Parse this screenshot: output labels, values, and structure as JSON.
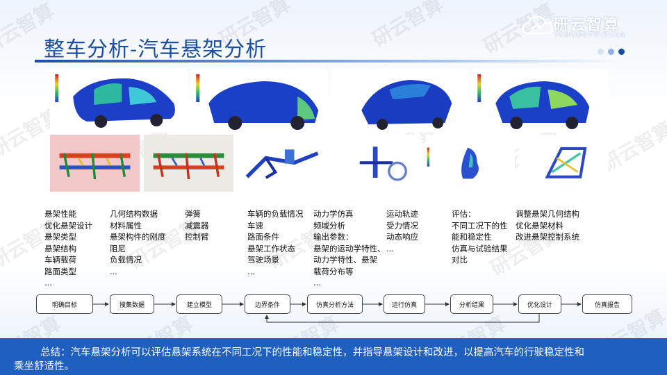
{
  "header": {
    "title": "整车分析-汽车悬架分析",
    "logo_cn": "研云智算",
    "logo_en": "YANYUNZHISUAN",
    "dot_colors": [
      "#d7e3f5",
      "#8fb3e6",
      "#1d4fa0"
    ]
  },
  "watermark": "研云智算",
  "columns": [
    {
      "items": [
        "悬架性能",
        "优化悬架设计",
        "悬架类型",
        "悬架结构",
        "车辆载荷",
        "路面类型",
        "..."
      ]
    },
    {
      "items": [
        "几何结构数据",
        "材料属性",
        "悬架构件的刚度",
        "阻尼",
        "负载情况",
        "..."
      ]
    },
    {
      "items": [
        "弹簧",
        "减震器",
        "控制臂"
      ]
    },
    {
      "items": [
        "车辆的负载情况",
        "车速",
        "路面条件",
        "悬架工作状态",
        "驾驶场景",
        "..."
      ]
    },
    {
      "items": [
        "动力学仿真",
        "频域分析",
        "输出参数：",
        "悬架的运动学特性、",
        "动力学特性、悬架",
        "载荷分布等",
        "..."
      ]
    },
    {
      "items": [
        "运动轨迹",
        "受力情况",
        "动态响应",
        "..."
      ]
    },
    {
      "items": [
        "评估：",
        "不同工况下的性",
        "能和稳定性",
        "仿真与试验结果",
        "对比"
      ]
    },
    {
      "items": [
        "调整悬架几何结构",
        "优化悬架材料",
        "改进悬架控制系统"
      ]
    }
  ],
  "flow": {
    "steps": [
      "明确目标",
      "搜集数据",
      "建立模型",
      "边界条件",
      "仿真分析方法",
      "运行仿真",
      "分析结果",
      "优化设计",
      "仿真报告"
    ]
  },
  "footer": {
    "line1": "总结：汽车悬架分析可以评估悬架系统在不同工况下的性能和稳定性，并指导悬架设计和改进，以提高汽车的行驶稳定性和",
    "line2": "乘坐舒适性。"
  }
}
